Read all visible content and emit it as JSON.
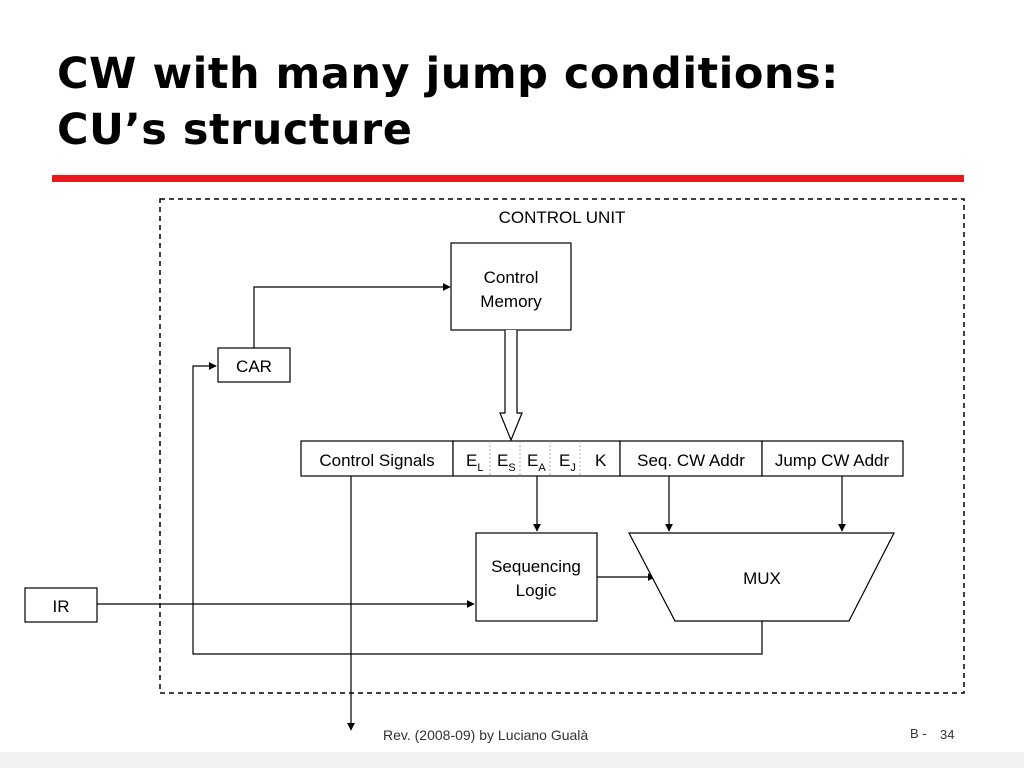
{
  "slide": {
    "title_line1": "CW with many jump conditions:",
    "title_line2": "CU’s structure",
    "accent_color": "#e8191d",
    "footer": "Rev. (2008-09) by Luciano Gualà",
    "slide_prefix": "B -",
    "slide_number": "34"
  },
  "diagram": {
    "container_label": "CONTROL UNIT",
    "control_memory": [
      "Control",
      "Memory"
    ],
    "car": "CAR",
    "ir": "IR",
    "sequencing_logic": [
      "Sequencing",
      "Logic"
    ],
    "mux": "MUX",
    "cw": {
      "control_signals": "Control Signals",
      "flags": [
        {
          "main": "E",
          "sub": "L"
        },
        {
          "main": "E",
          "sub": "S"
        },
        {
          "main": "E",
          "sub": "A"
        },
        {
          "main": "E",
          "sub": "J"
        },
        {
          "main": "K",
          "sub": ""
        }
      ],
      "seq_addr": "Seq. CW Addr",
      "jump_addr": "Jump CW Addr"
    }
  }
}
